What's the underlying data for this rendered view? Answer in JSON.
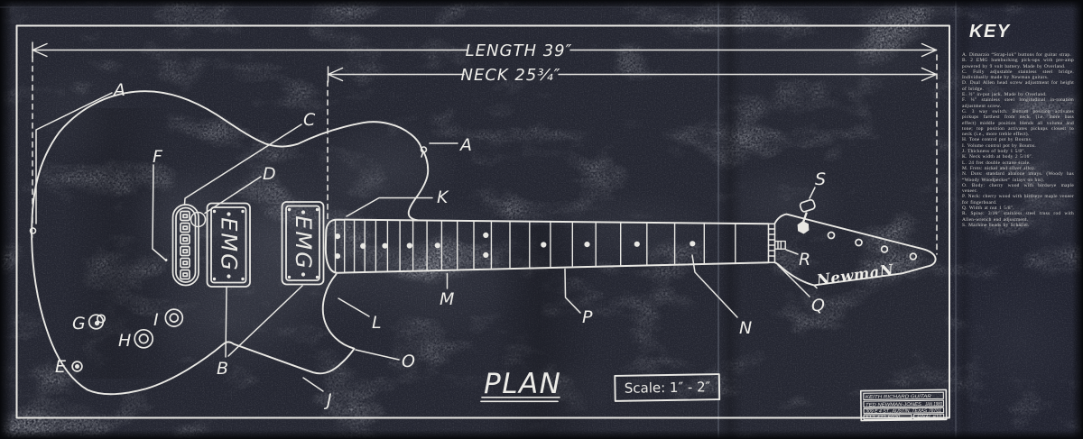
{
  "colors": {
    "paper": "#262833",
    "ink": "#e9e8e4"
  },
  "dimensions": {
    "length": "LENGTH 39″",
    "neck": "NECK 25¾″"
  },
  "labels": {
    "a": "A",
    "b": "B",
    "c": "C",
    "d": "D",
    "e": "E",
    "f": "F",
    "g": "G",
    "h": "H",
    "i": "I",
    "j": "J",
    "k": "K",
    "l": "L",
    "m": "M",
    "n": "N",
    "o": "O",
    "p": "P",
    "q": "Q",
    "r": "R",
    "s": "S"
  },
  "pickups": {
    "logo": "EMG"
  },
  "headstock": {
    "logo": "NewmaN"
  },
  "plan": {
    "title": "PLAN"
  },
  "scale_box": {
    "text": "Scale: 1″ -  2″"
  },
  "key": {
    "title": "KEY",
    "items": [
      {
        "letter": "A.",
        "text": "Dimarzio “Strap-lok” buttons for guitar strap."
      },
      {
        "letter": "B.",
        "text": "2 EMG humbucking pick-ups with pre-amp powered by 9 volt battery. Made by Overland."
      },
      {
        "letter": "C.",
        "text": "Fully adjustable stainless steel bridge. Individually made by Newman guitars."
      },
      {
        "letter": "D.",
        "text": "Dual Allen head screw adjustment for height of bridge."
      },
      {
        "letter": "E.",
        "text": "½″ in-put jack. Made by Overland."
      },
      {
        "letter": "F.",
        "text": "¼″ stainless steel longitudinal in-tonation adjustment screw."
      },
      {
        "letter": "G.",
        "text": "3 way switch. Bottom position activates pickups farthest from neck. (i.e. more bass effect) middle position blends all volume and tone; top position activates pickups closest to neck (i.e., more treble effect)."
      },
      {
        "letter": "H.",
        "text": "Tone control pot by Bourns."
      },
      {
        "letter": "I.",
        "text": "Volume control pot by Bourns."
      },
      {
        "letter": "J.",
        "text": "Thickness of body 1 5/8″."
      },
      {
        "letter": "K.",
        "text": "Neck width at body 2 5/16″."
      },
      {
        "letter": "L.",
        "text": "24 fret double octave scale."
      },
      {
        "letter": "M.",
        "text": "Frets: nickel and silver alloy."
      },
      {
        "letter": "N.",
        "text": "Dots: standard abalone inlays. (Woody has “Woody Woodpecker” inlays on his)."
      },
      {
        "letter": "O.",
        "text": "Body: cherry wood with birdseye maple veneer."
      },
      {
        "letter": "P.",
        "text": "Neck: cherry wood with birdseye maple veneer for fingerboard."
      },
      {
        "letter": "Q.",
        "text": "Width at nut 1 5/8″."
      },
      {
        "letter": "R.",
        "text": "Spine: 3/16″ stainless steel truss rod with Allen-wrench end adjustment."
      },
      {
        "letter": "S.",
        "text": "Machine heads by Schaller."
      }
    ]
  },
  "title_block": {
    "row1": "KEITH RICHARD GUITAR",
    "row2_left": "TED NEWMAN-JONES",
    "row2_right": "JAN 1980",
    "row3": "309 E 4 ST., AUSTIN, TEXAS 78701",
    "row4_left": "512-472-5920",
    "row4_right": "FINAL #10"
  }
}
